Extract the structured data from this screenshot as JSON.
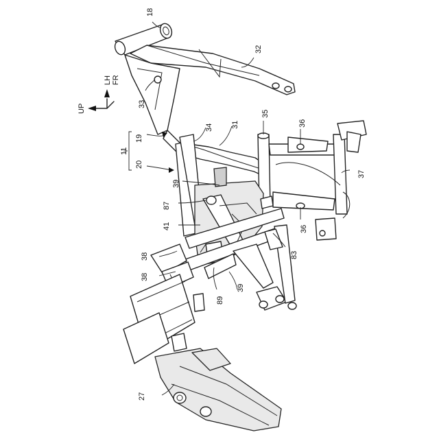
{
  "orientation": {
    "up_label": "UP",
    "lh_label": "LH",
    "fr_label": "FR"
  },
  "group_labels": {
    "body_frame": "11",
    "main_frame": "19",
    "lower_frame": "20"
  },
  "labels": [
    {
      "id": "18",
      "text": "18"
    },
    {
      "id": "32",
      "text": "32"
    },
    {
      "id": "33",
      "text": "33"
    },
    {
      "id": "34",
      "text": "34"
    },
    {
      "id": "31",
      "text": "31"
    },
    {
      "id": "35",
      "text": "35"
    },
    {
      "id": "36a",
      "text": "36"
    },
    {
      "id": "37",
      "text": "37"
    },
    {
      "id": "39a",
      "text": "39"
    },
    {
      "id": "87",
      "text": "87"
    },
    {
      "id": "41",
      "text": "41"
    },
    {
      "id": "36b",
      "text": "36"
    },
    {
      "id": "83",
      "text": "83"
    },
    {
      "id": "38a",
      "text": "38"
    },
    {
      "id": "38b",
      "text": "38"
    },
    {
      "id": "89",
      "text": "89"
    },
    {
      "id": "39b",
      "text": "39"
    },
    {
      "id": "27",
      "text": "27"
    }
  ]
}
